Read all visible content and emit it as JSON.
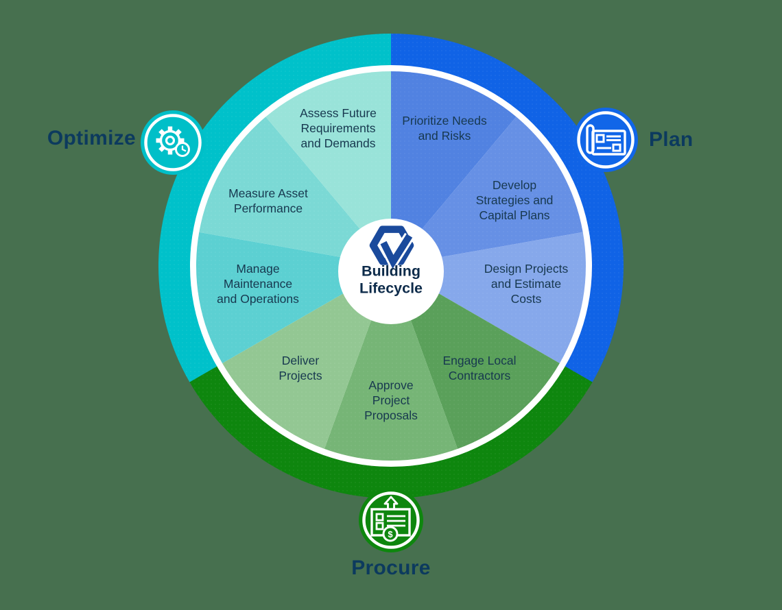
{
  "diagram_title": "Building Lifecycle",
  "background_color": "#47704F",
  "center": {
    "title": "Building\nLifecycle",
    "title_color": "#0D2B4A",
    "logo": "gordian-knot-logo",
    "logo_color": "#1A4A9C"
  },
  "phases": [
    {
      "id": "plan",
      "label": "Plan",
      "ring_color": "#1063E6",
      "badge_color": "#1166E8",
      "icon": "blueprint-icon"
    },
    {
      "id": "procure",
      "label": "Procure",
      "ring_color": "#0E860E",
      "badge_color": "#0E860E",
      "icon": "purchase-document-icon"
    },
    {
      "id": "optimize",
      "label": "Optimize",
      "ring_color": "#00C1CA",
      "badge_color": "#00BFC8",
      "icon": "gear-clock-icon"
    }
  ],
  "segments": [
    {
      "label": "Prioritize Needs\nand Risks",
      "phase": "plan",
      "color": "#5182E1"
    },
    {
      "label": "Develop\nStrategies and\nCapital Plans",
      "phase": "plan",
      "color": "#6690E5"
    },
    {
      "label": "Design Projects\nand Estimate\nCosts",
      "phase": "plan",
      "color": "#86A8EB"
    },
    {
      "label": "Engage Local\nContractors",
      "phase": "procure",
      "color": "#5AA05A"
    },
    {
      "label": "Approve\nProject\nProposals",
      "phase": "procure",
      "color": "#76B576"
    },
    {
      "label": "Deliver\nProjects",
      "phase": "procure",
      "color": "#93C793"
    },
    {
      "label": "Manage\nMaintenance\nand Operations",
      "phase": "optimize",
      "color": "#5CD0D2"
    },
    {
      "label": "Measure Asset\nPerformance",
      "phase": "optimize",
      "color": "#7BD9D5"
    },
    {
      "label": "Assess Future\nRequirements\nand Demands",
      "phase": "optimize",
      "color": "#99E3D9"
    }
  ],
  "icons": {
    "dollar_sign": "$"
  },
  "colors": {
    "segment_text": "#17384F",
    "phase_label": "#0C3A5E",
    "separator_ring": "#FFFFFF",
    "center_circle": "#FFFFFF"
  }
}
